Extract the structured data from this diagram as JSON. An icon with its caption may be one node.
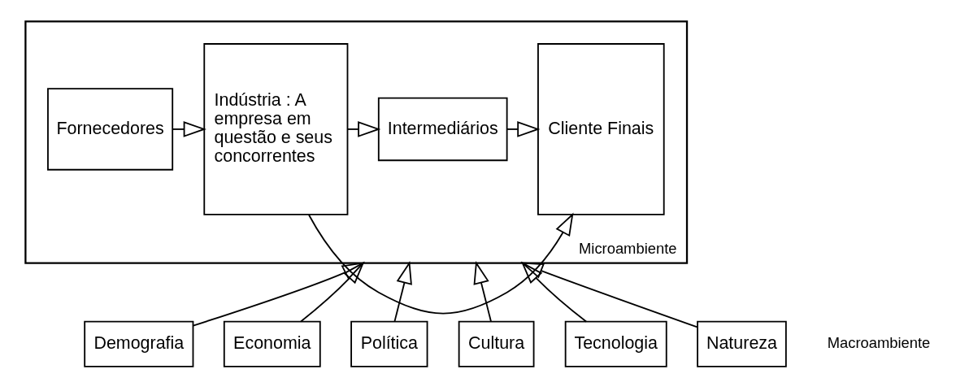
{
  "diagram": {
    "nodes": [
      {
        "text": [
          "Microambiente"
        ]
      },
      {
        "text": [
          "Fornecedores"
        ],
        "in": 0
      },
      {
        "text": [
          "Indústria : A empresa em questão e seus concorrentes"
        ],
        "in": 0
      },
      {
        "text": [
          "Intermediários"
        ],
        "in": 0
      },
      {
        "text": [
          "Cliente Finais"
        ],
        "in": 0
      },
      {
        "text": [
          "Demografia"
        ]
      },
      {
        "text": [
          "Economia"
        ]
      },
      {
        "text": [
          "Política"
        ]
      },
      {
        "text": [
          "Cultura"
        ]
      },
      {
        "text": [
          "Tecnologia"
        ]
      },
      {
        "text": [
          "Natureza"
        ]
      }
    ],
    "edges": [
      {
        "from": 1,
        "to": 2,
        "arrow": "to"
      },
      {
        "from": 2,
        "to": 3,
        "arrow": "to"
      },
      {
        "from": 3,
        "to": 4,
        "arrow": "to"
      },
      {
        "from": 2,
        "to": 4,
        "arrow": "to"
      },
      {
        "from": 5,
        "to": 0,
        "arrow": "to"
      },
      {
        "from": 6,
        "to": 0,
        "arrow": "to"
      },
      {
        "from": 7,
        "to": 0,
        "arrow": "to"
      },
      {
        "from": 8,
        "to": 0,
        "arrow": "to"
      },
      {
        "from": 9,
        "to": 0,
        "arrow": "to"
      },
      {
        "from": 10,
        "to": 0,
        "arrow": "to"
      }
    ],
    "labels": [
      "Macroambiente"
    ]
  }
}
